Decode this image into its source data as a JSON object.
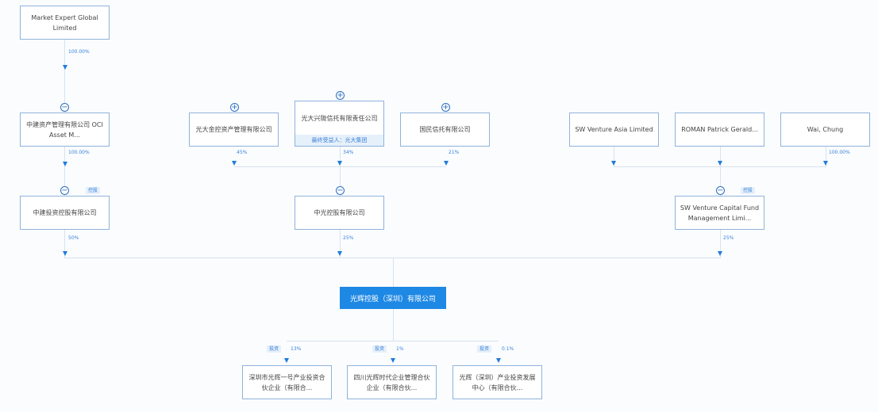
{
  "nodes": {
    "meg": "Market Expert Global Limited",
    "oci": "中建资产管理有限公司 OCI Asset M...",
    "zjtz": "中建投资控股有限公司",
    "gdjk": "光大金控资产管理有限公司",
    "gdxt": "光大兴陇信托有限责任公司",
    "gdxt_strip": "最终受益人：光大集团",
    "gmxt": "国民信托有限公司",
    "swa": "SW Venture Asia Limited",
    "roman": "ROMAN Patrick Gerald...",
    "wai": "Wai, Chung",
    "zg": "中光控股有限公司",
    "swc": "SW Venture Capital Fund Management Limi...",
    "center": "光辉控股（深圳）有限公司",
    "c1": "深圳市光辉一号产业投资合伙企业（有限合...",
    "c2": "四川光辉时代企业管理合伙企业（有限合伙...",
    "c3": "光辉（深圳）产业投资发展中心（有限合伙..."
  },
  "pct": {
    "meg": "100.00%",
    "oci": "100.00%",
    "zjtz": "50%",
    "gdjk": "45%",
    "gdxt": "34%",
    "gmxt": "21%",
    "wai": "100.00%",
    "zg": "25%",
    "swc": "25%",
    "c1": "13%",
    "c2": "1%",
    "c3": "0.1%"
  },
  "badges": {
    "holding": "控股",
    "invest": "投资"
  }
}
